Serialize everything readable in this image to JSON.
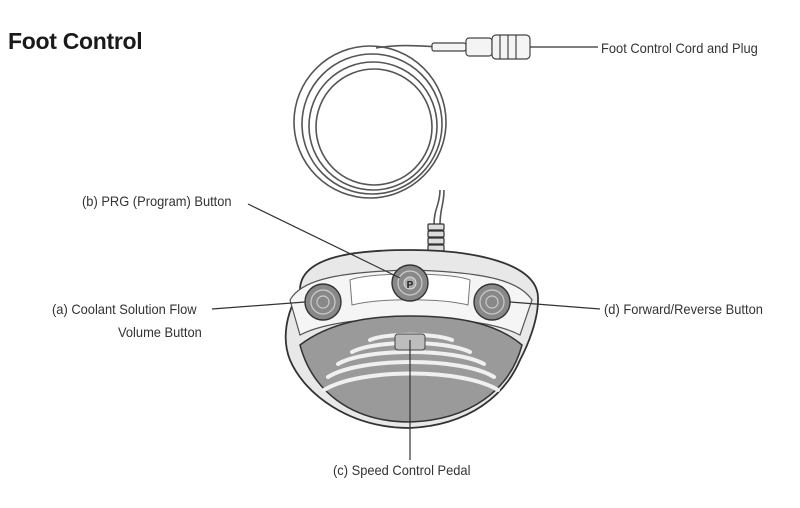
{
  "title": "Foot Control",
  "callouts": {
    "cord": "Foot Control Cord and Plug",
    "prg": "(b) PRG (Program) Button",
    "coolant_line1": "(a) Coolant Solution Flow",
    "coolant_line2": "Volume Button",
    "forward_reverse": "(d) Forward/Reverse Button",
    "pedal": "(c) Speed Control Pedal"
  },
  "button_letters": {
    "prg": "P"
  }
}
